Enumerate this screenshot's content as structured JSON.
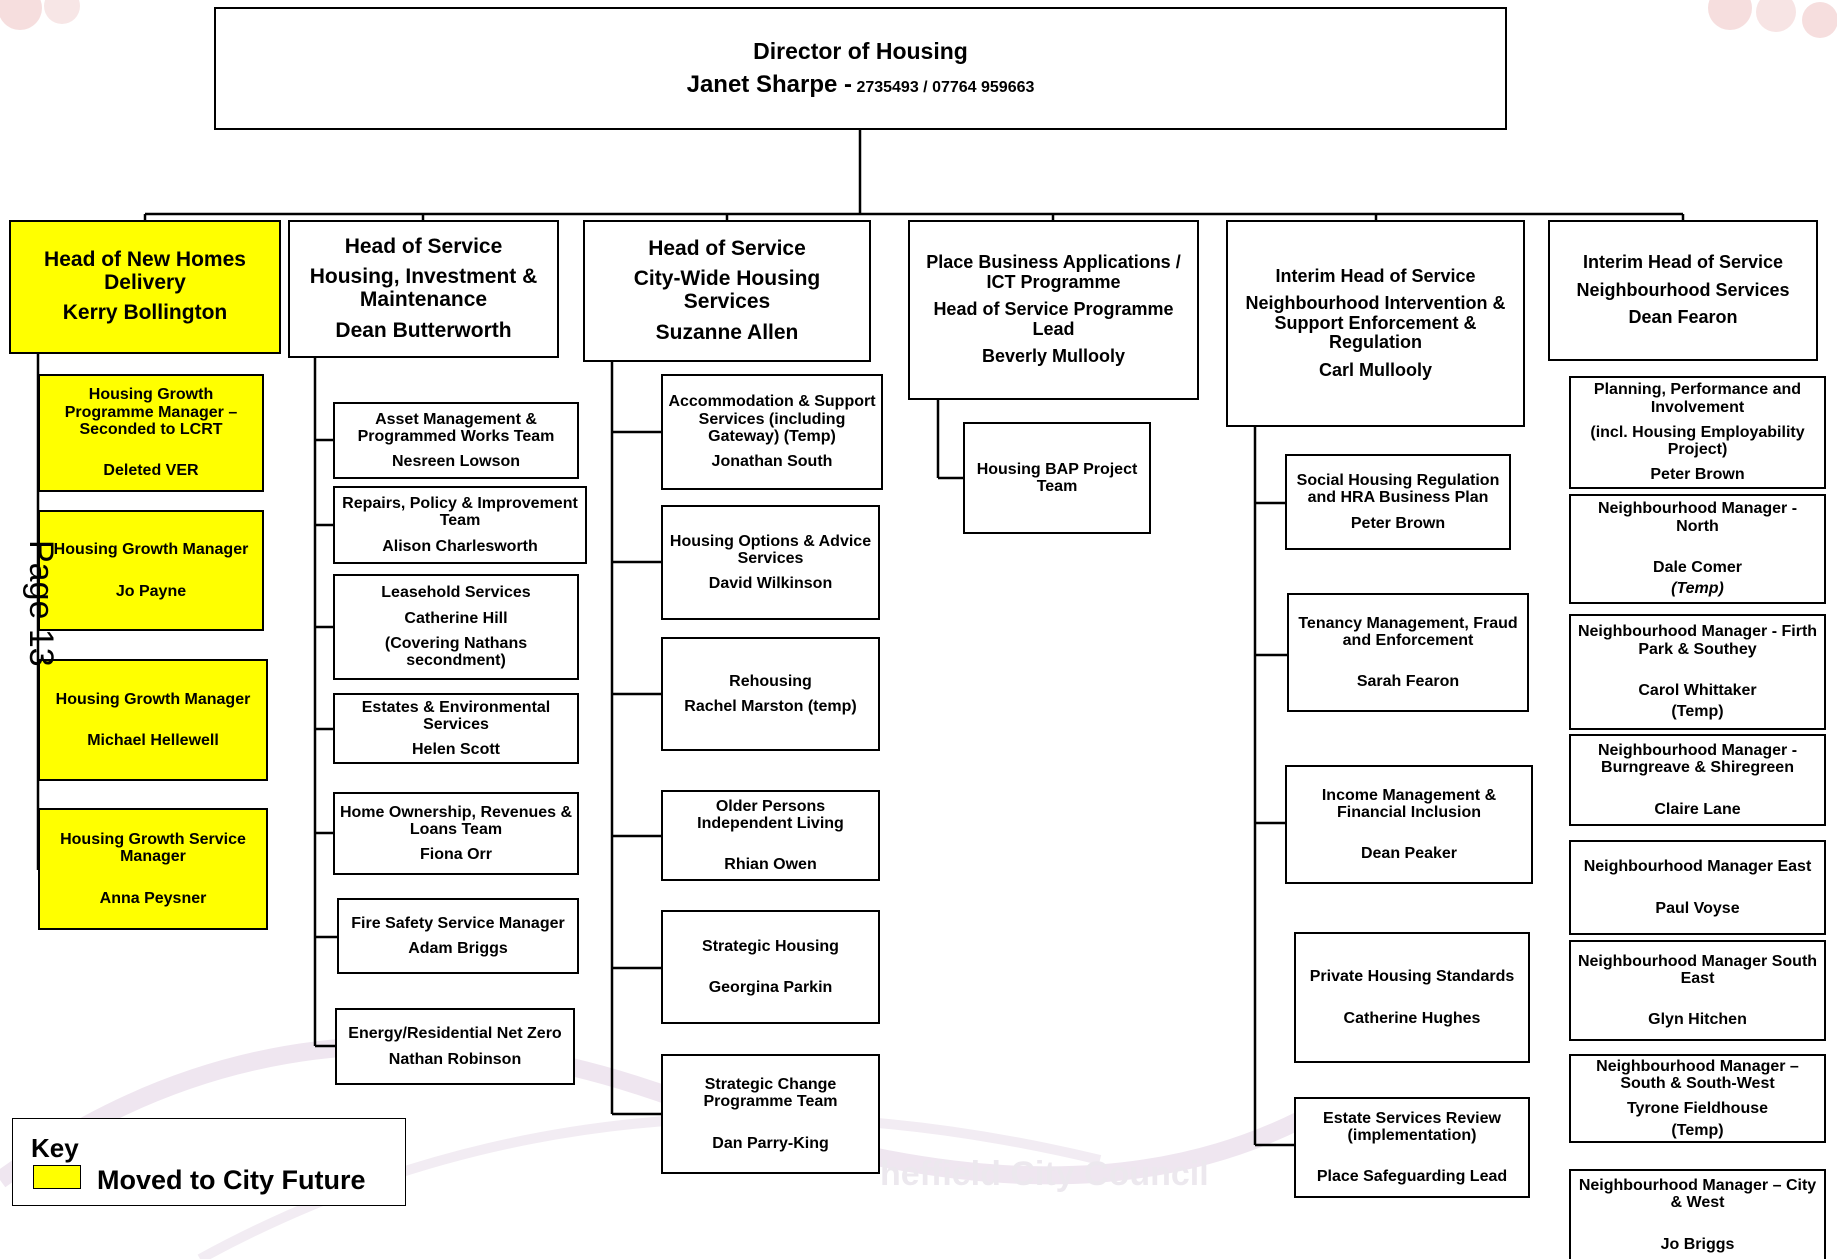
{
  "director": {
    "title": "Director of Housing",
    "name": "Janet Sharpe -",
    "phone": "2735493 / 07764 959663"
  },
  "heads": {
    "new_homes": {
      "l1": "Head of New Homes Delivery",
      "name": "Kerry Bollington"
    },
    "him": {
      "l1": "Head of Service",
      "l2": "Housing, Investment & Maintenance",
      "name": "Dean Butterworth"
    },
    "cwhs": {
      "l1": "Head of Service",
      "l2": "City-Wide Housing Services",
      "name": "Suzanne Allen"
    },
    "place": {
      "l1": "Place Business Applications / ICT Programme",
      "l2": "Head of Service Programme Lead",
      "name": "Beverly Mullooly"
    },
    "nie": {
      "l1": "Interim Head of Service",
      "l2": "Neighbourhood Intervention & Support Enforcement & Regulation",
      "name": "Carl Mullooly"
    },
    "ns": {
      "l1": "Interim Head of Service",
      "l2": "Neighbourhood Services",
      "name": "Dean Fearon"
    }
  },
  "new_homes_teams": [
    {
      "title": "Housing Growth Programme Manager – Seconded to LCRT",
      "name": "Deleted VER"
    },
    {
      "title": "Housing Growth Manager",
      "name": "Jo Payne"
    },
    {
      "title": "Housing Growth Manager",
      "name": "Michael Hellewell"
    },
    {
      "title": "Housing Growth Service Manager",
      "name": "Anna Peysner"
    }
  ],
  "him_teams": [
    {
      "title": "Asset Management & Programmed Works Team",
      "name": "Nesreen Lowson"
    },
    {
      "title": "Repairs, Policy & Improvement Team",
      "name": "Alison Charlesworth"
    },
    {
      "title": "Leasehold Services",
      "name": "Catherine Hill",
      "note": "(Covering Nathans secondment)"
    },
    {
      "title": "Estates & Environmental Services",
      "name": "Helen Scott"
    },
    {
      "title": "Home Ownership, Revenues & Loans Team",
      "name": "Fiona Orr"
    },
    {
      "title": "Fire Safety Service Manager",
      "name": "Adam Briggs"
    },
    {
      "title": "Energy/Residential Net Zero",
      "name": "Nathan Robinson"
    }
  ],
  "cwhs_teams": [
    {
      "title": "Accommodation & Support Services (including Gateway) (Temp)",
      "name": "Jonathan South"
    },
    {
      "title": "Housing Options & Advice Services",
      "name": "David Wilkinson"
    },
    {
      "title": "Rehousing",
      "name": "Rachel Marston (temp)"
    },
    {
      "title": "Older Persons Independent Living",
      "name": "Rhian Owen"
    },
    {
      "title": "Strategic Housing",
      "name": "Georgina Parkin"
    },
    {
      "title": "Strategic Change Programme Team",
      "name": "Dan Parry-King"
    }
  ],
  "place_teams": [
    {
      "title": "Housing BAP Project Team"
    }
  ],
  "nie_teams": [
    {
      "title": "Social Housing Regulation and HRA Business Plan",
      "name": "Peter Brown"
    },
    {
      "title": "Tenancy Management, Fraud and Enforcement",
      "name": "Sarah Fearon"
    },
    {
      "title": "Income Management & Financial Inclusion",
      "name": "Dean Peaker"
    },
    {
      "title": "Private Housing Standards",
      "name": "Catherine Hughes"
    },
    {
      "title": "Estate Services Review (implementation)",
      "name": "Place Safeguarding Lead"
    }
  ],
  "ns_teams": [
    {
      "title": "Planning, Performance and Involvement",
      "sub": "(incl. Housing Employability Project)",
      "name": "Peter Brown"
    },
    {
      "title": "Neighbourhood Manager - North",
      "name": "Dale Comer",
      "note": "(Temp)"
    },
    {
      "title": "Neighbourhood Manager - Firth Park & Southey",
      "name": "Carol Whittaker",
      "note": "(Temp)"
    },
    {
      "title": "Neighbourhood Manager - Burngreave & Shiregreen",
      "name": "Claire Lane"
    },
    {
      "title": "Neighbourhood Manager East",
      "name": "Paul Voyse"
    },
    {
      "title": "Neighbourhood Manager South East",
      "name": "Glyn Hitchen"
    },
    {
      "title": "Neighbourhood Manager – South & South-West",
      "name": "Tyrone Fieldhouse",
      "note": "(Temp)"
    },
    {
      "title": "Neighbourhood Manager – City & West",
      "name": "Jo Briggs"
    }
  ],
  "page_label": "Page 13",
  "watermark": "heffield City Council",
  "key": {
    "title": "Key",
    "label": "Moved to City Future"
  },
  "colors": {
    "moved": "#ffff00",
    "line": "#000000",
    "box": "#ffffff"
  }
}
